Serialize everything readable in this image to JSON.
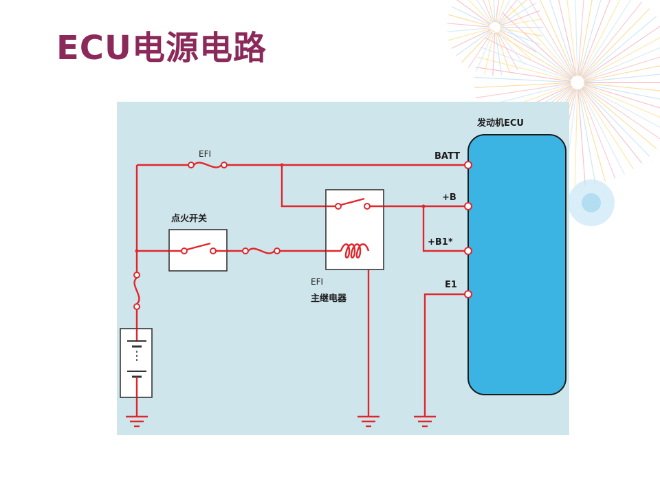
{
  "title": "ECU电源电路",
  "diagram": {
    "ecu_label": "发动机ECU",
    "pins": [
      "BATT",
      "+B",
      "+B1*",
      "E1"
    ],
    "fuse_label": "EFI",
    "ignition_switch_label": "点火开关",
    "relay_label_line1": "EFI",
    "relay_label_line2": "主继电器"
  },
  "colors": {
    "title": "#8b2a5a",
    "wire": "#e0262b",
    "panel": "#cfe5ec",
    "ecu_fill": "#3bb3e3"
  }
}
